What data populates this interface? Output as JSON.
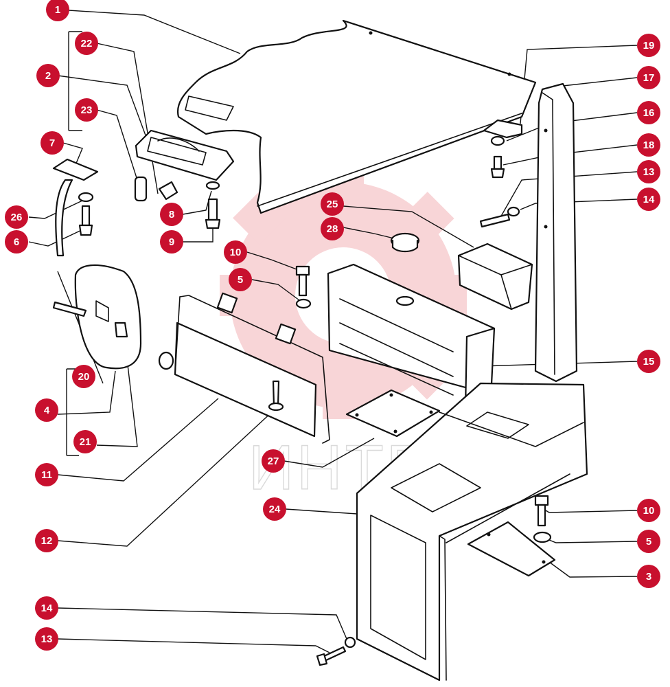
{
  "colors": {
    "badge": "#c8102e",
    "badge_text": "#ffffff",
    "line": "#111111",
    "watermark": "#f4b3b8"
  },
  "watermark": {
    "text": "ИНТЕХ"
  },
  "callouts": [
    {
      "id": "c1",
      "label": "1"
    },
    {
      "id": "c22",
      "label": "22"
    },
    {
      "id": "c2",
      "label": "2"
    },
    {
      "id": "c23",
      "label": "23"
    },
    {
      "id": "c7",
      "label": "7"
    },
    {
      "id": "c26",
      "label": "26"
    },
    {
      "id": "c6",
      "label": "6"
    },
    {
      "id": "c8",
      "label": "8"
    },
    {
      "id": "c9",
      "label": "9"
    },
    {
      "id": "c10a",
      "label": "10"
    },
    {
      "id": "c5a",
      "label": "5"
    },
    {
      "id": "c20",
      "label": "20"
    },
    {
      "id": "c4",
      "label": "4"
    },
    {
      "id": "c21",
      "label": "21"
    },
    {
      "id": "c11",
      "label": "11"
    },
    {
      "id": "c12",
      "label": "12"
    },
    {
      "id": "c25",
      "label": "25"
    },
    {
      "id": "c28",
      "label": "28"
    },
    {
      "id": "c27",
      "label": "27"
    },
    {
      "id": "c24",
      "label": "24"
    },
    {
      "id": "c19",
      "label": "19"
    },
    {
      "id": "c17",
      "label": "17"
    },
    {
      "id": "c16",
      "label": "16"
    },
    {
      "id": "c18",
      "label": "18"
    },
    {
      "id": "c13a",
      "label": "13"
    },
    {
      "id": "c14a",
      "label": "14"
    },
    {
      "id": "c15",
      "label": "15"
    },
    {
      "id": "c10b",
      "label": "10"
    },
    {
      "id": "c5b",
      "label": "5"
    },
    {
      "id": "c3",
      "label": "3"
    },
    {
      "id": "c14b",
      "label": "14"
    },
    {
      "id": "c13b",
      "label": "13"
    }
  ]
}
